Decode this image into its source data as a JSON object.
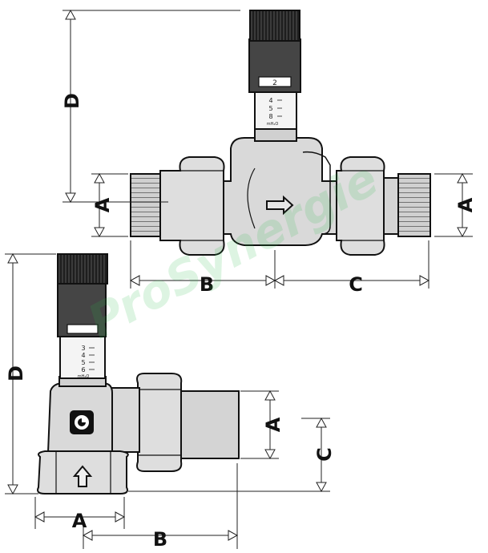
{
  "dimensions": {
    "top_a_left": "A",
    "top_a_right": "A",
    "top_b": "B",
    "top_c": "C",
    "top_d": "D",
    "bottom_a_vertical": "A",
    "bottom_a_horizontal": "A",
    "bottom_b": "B",
    "bottom_c": "C",
    "bottom_d": "D"
  },
  "top_valve": {
    "knob_number": "2",
    "scale_values": [
      "4",
      "5",
      "8"
    ],
    "scale_unit": "mH₂O"
  },
  "bottom_valve": {
    "knob_number": "",
    "scale_values": [
      "3",
      "4",
      "5",
      "6"
    ],
    "scale_unit": "mH₂O"
  },
  "watermark": "ProSynergie",
  "colors": {
    "body_fill": "#d9d9d9",
    "knob_fill": "#1e1e1e",
    "sleeve_fill": "#454545",
    "line": "#111111",
    "watermark": "#2bb94a"
  }
}
